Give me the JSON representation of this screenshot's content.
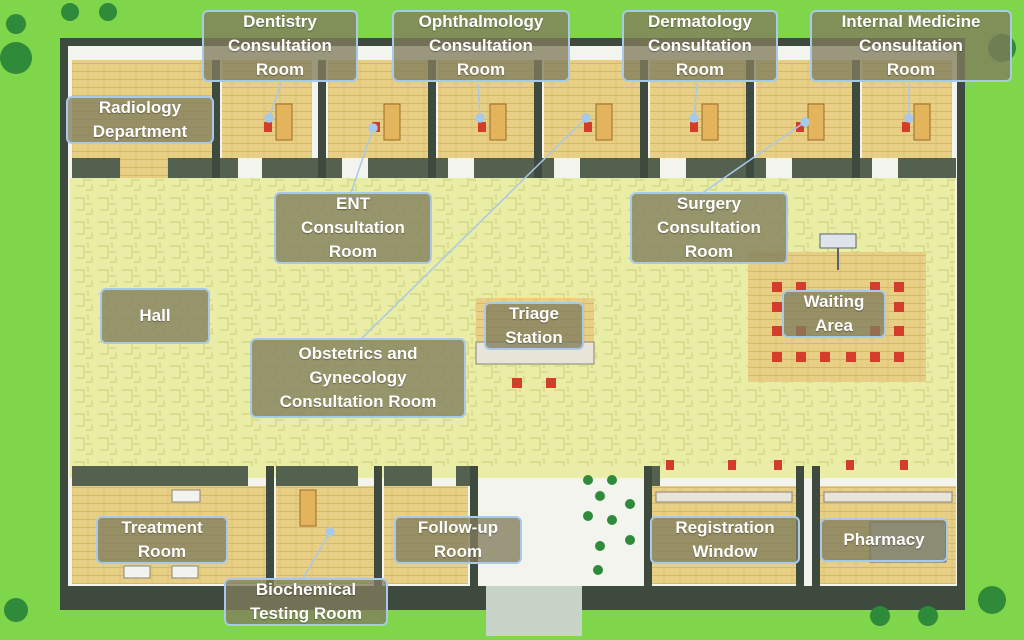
{
  "map": {
    "rooms": {
      "dentistry": "Dentistry\nConsultation\nRoom",
      "ophthalmology": "Ophthalmology\nConsultation\nRoom",
      "dermatology": "Dermatology\nConsultation\nRoom",
      "internal_medicine": "Internal Medicine\nConsultation\nRoom",
      "radiology": "Radiology\nDepartment",
      "ent": "ENT\nConsultation\nRoom",
      "surgery": "Surgery\nConsultation\nRoom",
      "hall": "Hall",
      "triage": "Triage\nStation",
      "waiting": "Waiting\nArea",
      "obgyn": "Obstetrics and\nGynecology\nConsultation Room",
      "treatment": "Treatment\nRoom",
      "biochemical": "Biochemical\nTesting Room",
      "followup": "Follow-up\nRoom",
      "registration": "Registration\nWindow",
      "pharmacy": "Pharmacy"
    }
  },
  "colors": {
    "grass": "#7fd64a",
    "wall": "#3f4a3e",
    "hall_floor": "#e9eda6",
    "room_floor": "#e8cf86",
    "label_bg": "#807c5c",
    "label_border": "#a9c9e8",
    "pointer": "#a9c9e8"
  }
}
